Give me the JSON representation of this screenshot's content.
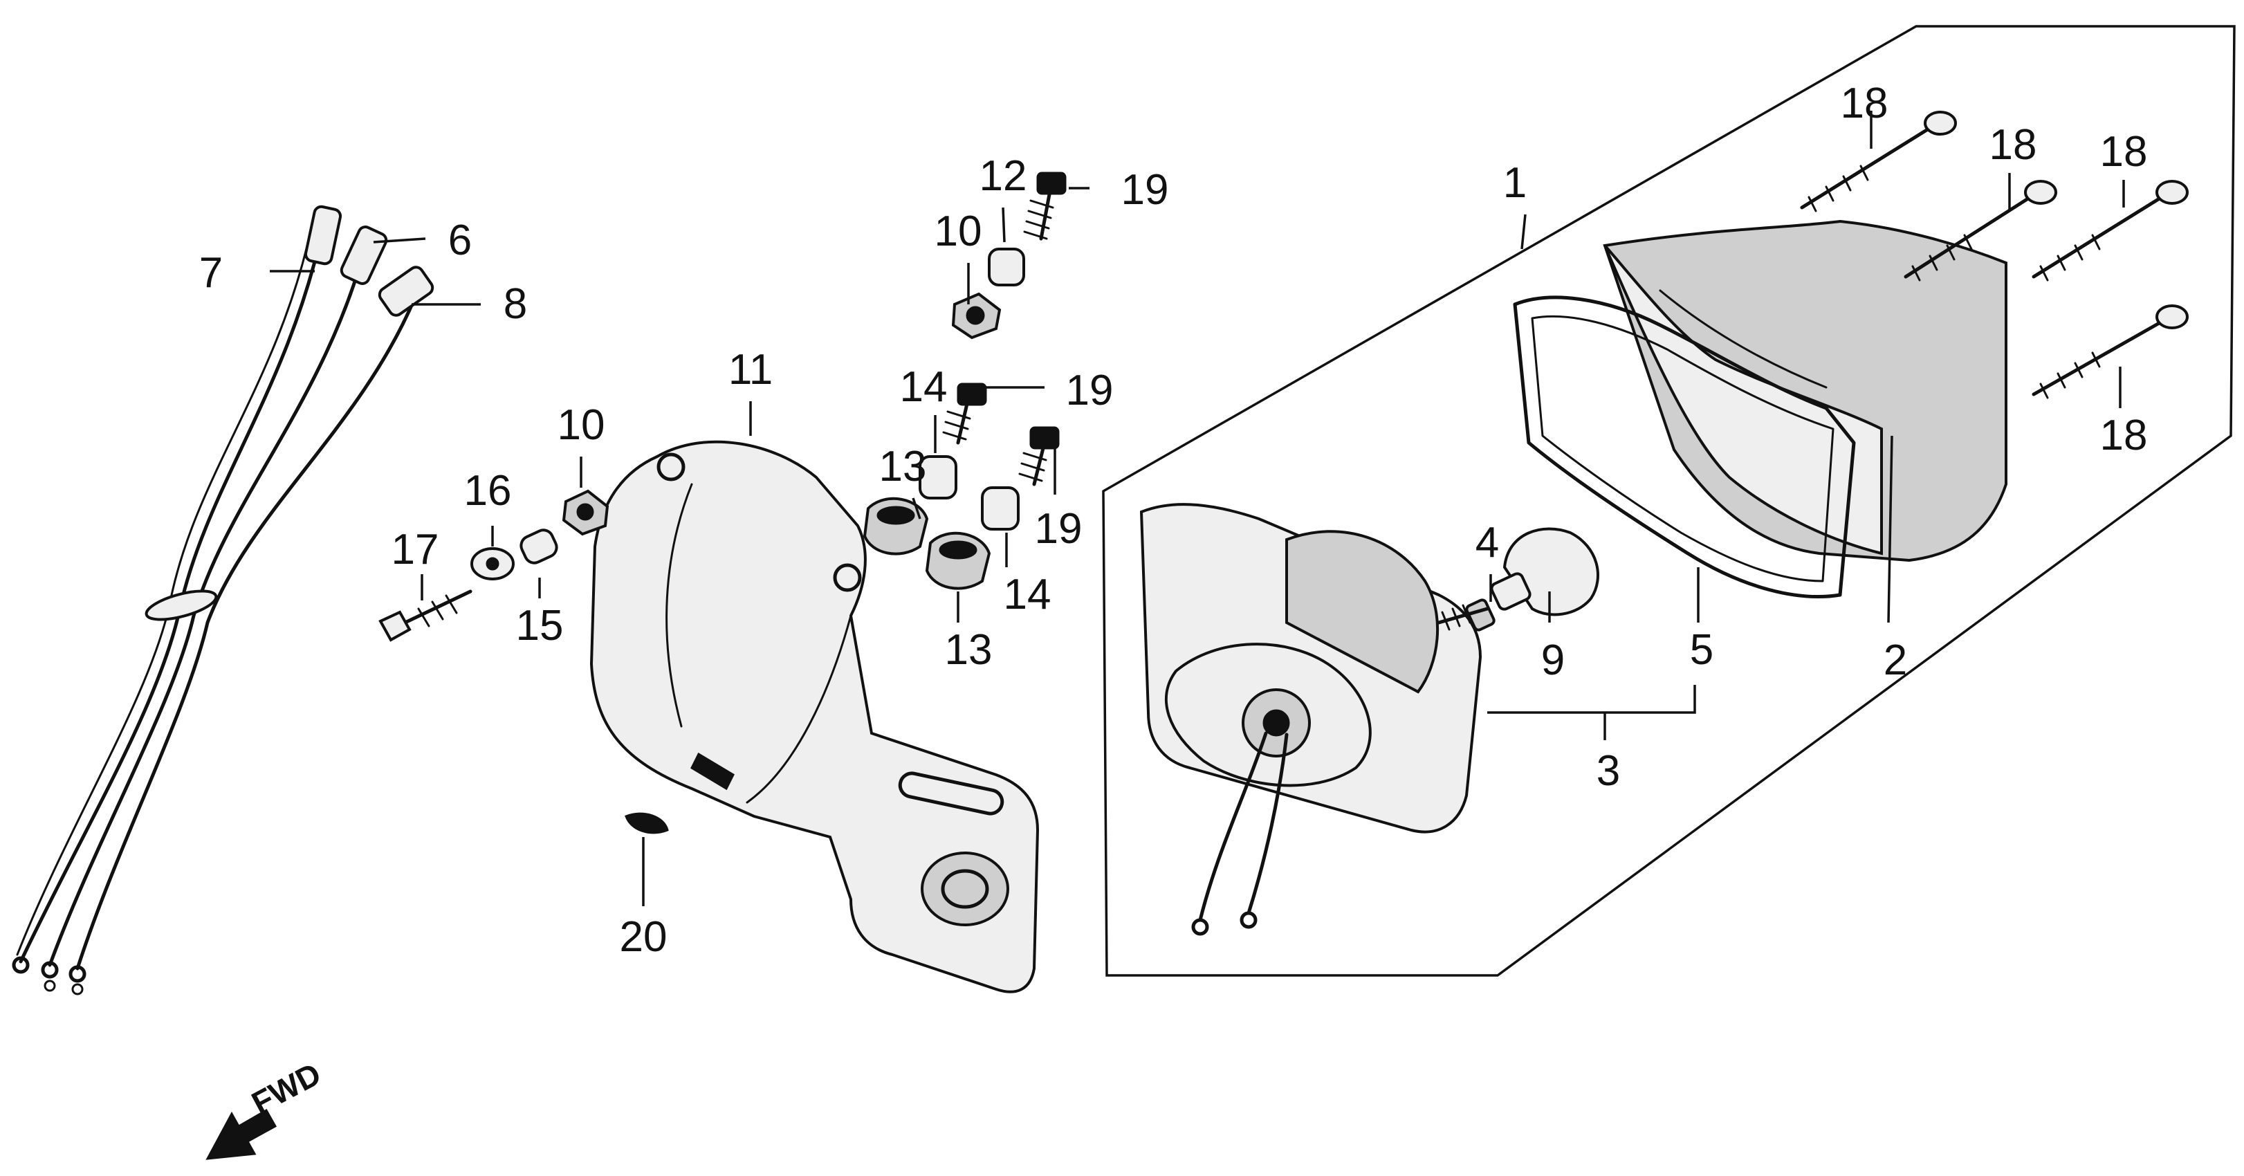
{
  "diagram": {
    "direction_label": "FWD",
    "part_labels": {
      "p1": "1",
      "p2": "2",
      "p3": "3",
      "p4": "4",
      "p5": "5",
      "p6": "6",
      "p7": "7",
      "p8": "8",
      "p9": "9",
      "p10a": "10",
      "p10b": "10",
      "p11": "11",
      "p12": "12",
      "p13a": "13",
      "p13b": "13",
      "p14a": "14",
      "p14b": "14",
      "p15": "15",
      "p16": "16",
      "p17": "17",
      "p18a": "18",
      "p18b": "18",
      "p18c": "18",
      "p18d": "18",
      "p19a": "19",
      "p19b": "19",
      "p19c": "19",
      "p20": "20"
    }
  }
}
